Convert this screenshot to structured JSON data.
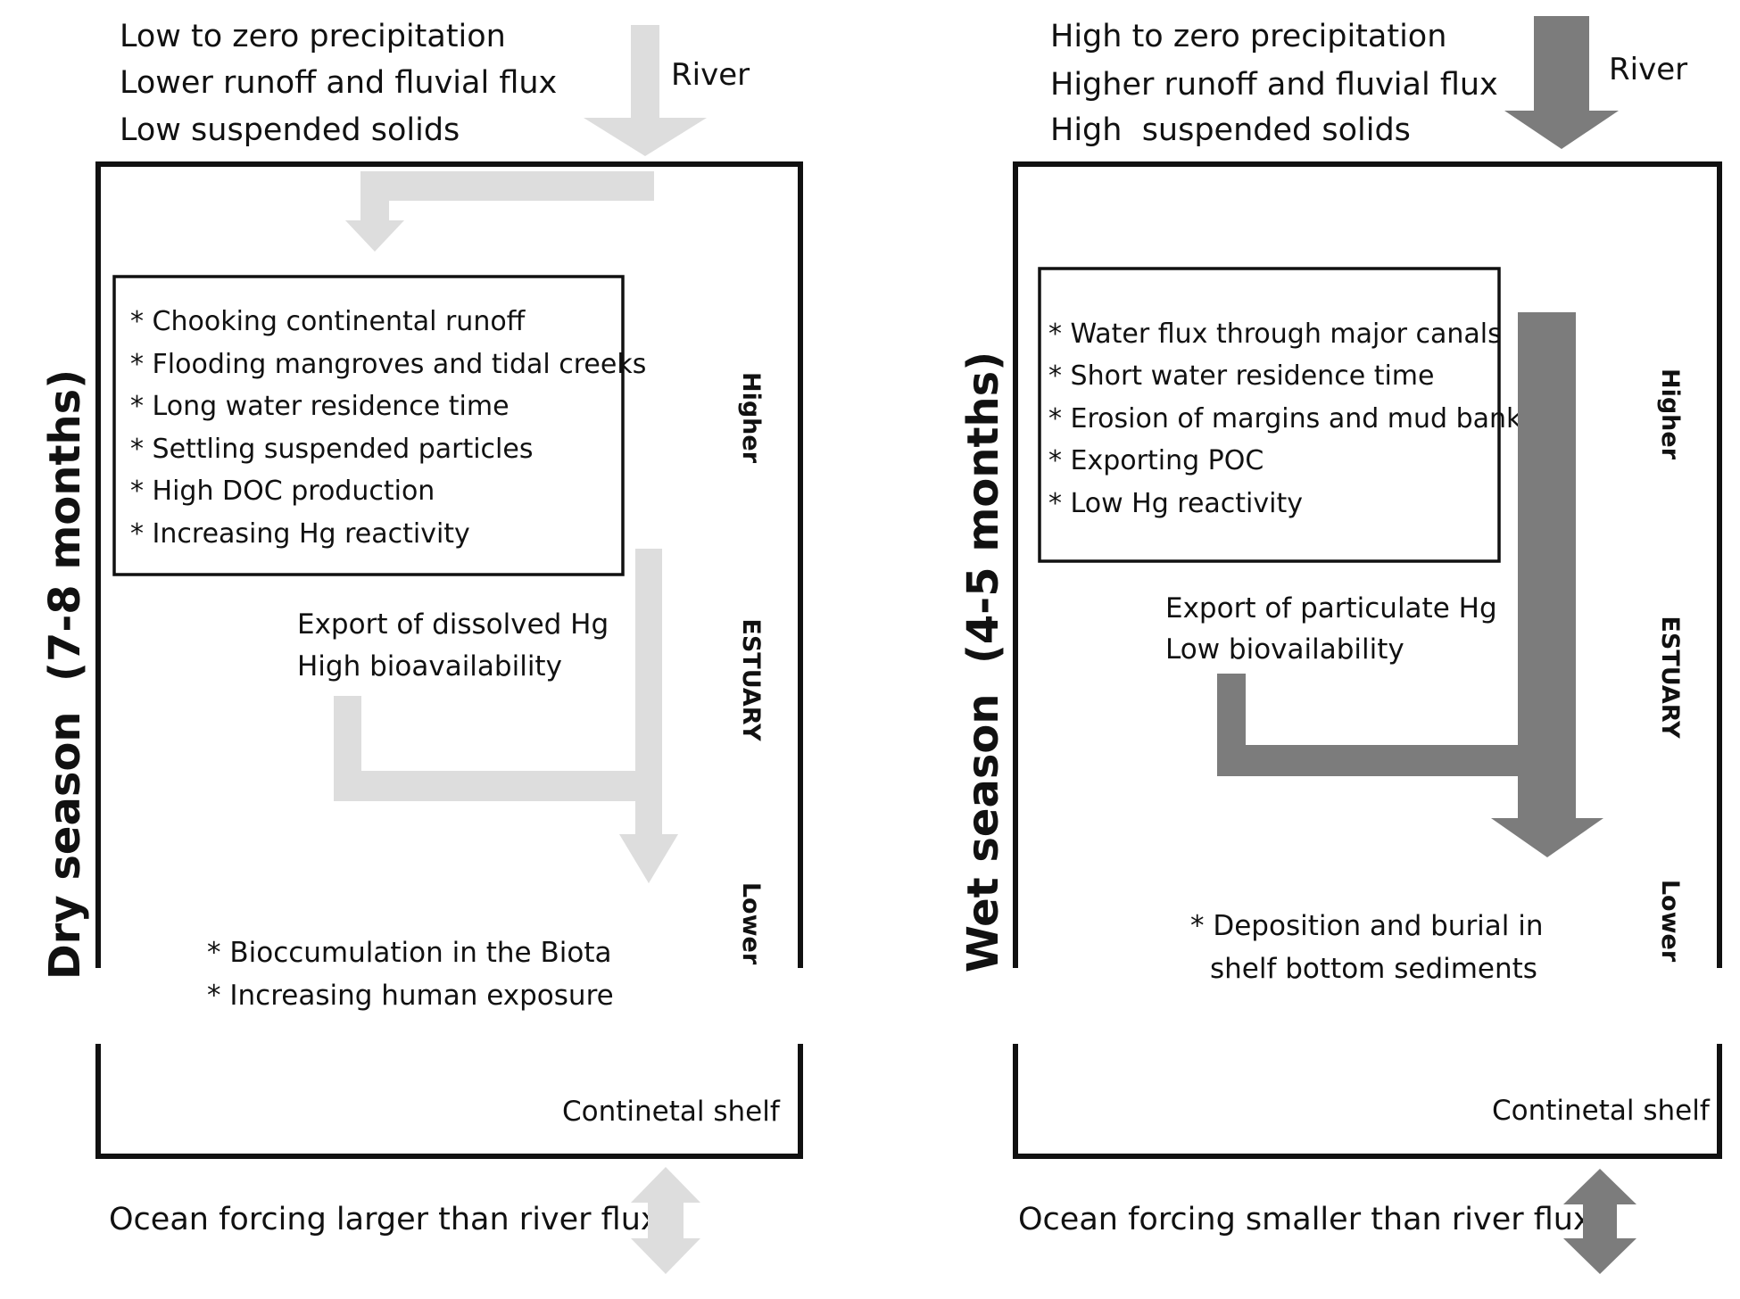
{
  "colors": {
    "dry_arrow": "#dddddd",
    "wet_arrow": "#7c7c7c",
    "outline": "#111111"
  },
  "dry": {
    "header": [
      "Low to zero precipitation",
      "Lower runoff and fluvial flux",
      "Low suspended solids"
    ],
    "river_label": "River",
    "season_label": "Dry season  (7-8 months)",
    "processes": [
      "* Chooking continental runoff",
      "* Flooding mangroves and tidal creeks",
      "* Long water residence time",
      "* Settling suspended particles",
      "* High DOC production",
      "* Increasing Hg reactivity"
    ],
    "export": [
      "Export of dissolved Hg",
      "High bioavailability"
    ],
    "effects": [
      "* Bioccumulation in the Biota",
      "* Increasing human exposure"
    ],
    "gradient": {
      "top": "Higher",
      "middle": "ESTUARY",
      "bottom": "Lower"
    },
    "shelf_label": "Continetal shelf",
    "ocean_label": "Ocean forcing larger than river flux"
  },
  "wet": {
    "header": [
      "High to zero precipitation",
      "Higher runoff and fluvial flux",
      "High  suspended solids"
    ],
    "river_label": "River",
    "season_label": "Wet season  (4-5 months)",
    "processes": [
      "* Water flux through major canals",
      "* Short water residence time",
      "* Erosion of margins and mud banks",
      "* Exporting POC",
      "* Low Hg reactivity"
    ],
    "export": [
      "Export of particulate Hg",
      "Low biovailability"
    ],
    "effects": [
      "* Deposition and burial in",
      "shelf bottom sediments"
    ],
    "gradient": {
      "top": "Higher",
      "middle": "ESTUARY",
      "bottom": "Lower"
    },
    "shelf_label": "Continetal shelf",
    "ocean_label": "Ocean forcing smaller than river flux"
  }
}
